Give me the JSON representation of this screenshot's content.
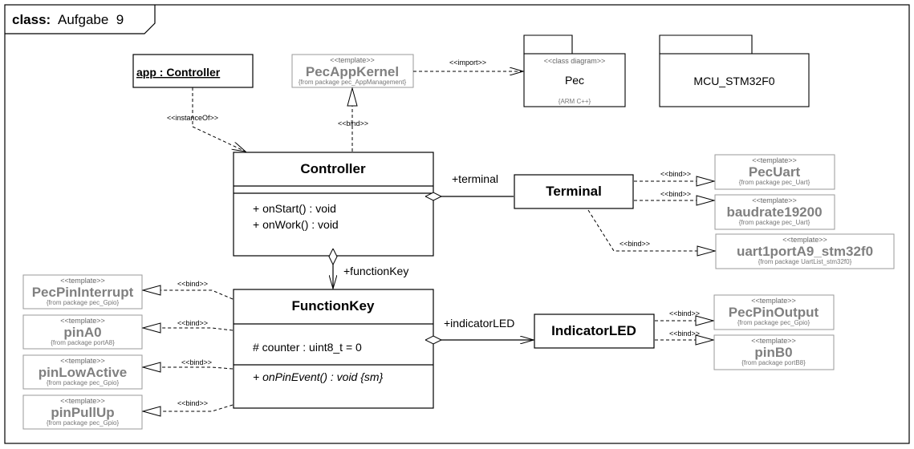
{
  "frame": {
    "keyword": "class:",
    "name": "Aufgabe  9"
  },
  "object": {
    "label": "app : Controller"
  },
  "packages": [
    {
      "stereotype": "<<class diagram>>",
      "name": "Pec",
      "note": "{ARM C++}"
    },
    {
      "name": "MCU_STM32F0"
    }
  ],
  "classes": {
    "controller": {
      "name": "Controller",
      "ops": [
        "+ onStart() : void",
        "+ onWork() : void"
      ]
    },
    "terminal": {
      "name": "Terminal"
    },
    "functionkey": {
      "name": "FunctionKey",
      "attrs": [
        "# counter : uint8_t = 0"
      ],
      "ops": [
        "+ onPinEvent() : void {sm}"
      ]
    },
    "indicatorled": {
      "name": "IndicatorLED"
    }
  },
  "templates": {
    "pecappkernel": {
      "stereotype": "<<template>>",
      "name": "PecAppKernel",
      "from": "{from package pec_AppManagement}"
    },
    "pecuart": {
      "stereotype": "<<template>>",
      "name": "PecUart",
      "from": "{from package pec_Uart}"
    },
    "baudrate": {
      "stereotype": "<<template>>",
      "name": "baudrate19200",
      "from": "{from package pec_Uart}"
    },
    "uart1port": {
      "stereotype": "<<template>>",
      "name": "uart1portA9_stm32f0",
      "from": "{from package UartList_stm32f0}"
    },
    "pecpininterrupt": {
      "stereotype": "<<template>>",
      "name": "PecPinInterrupt",
      "from": "{from package pec_Gpio}"
    },
    "pina0": {
      "stereotype": "<<template>>",
      "name": "pinA0",
      "from": "{from package portA8}"
    },
    "pinlowactive": {
      "stereotype": "<<template>>",
      "name": "pinLowActive",
      "from": "{from package pec_Gpio}"
    },
    "pinpullup": {
      "stereotype": "<<template>>",
      "name": "pinPullUp",
      "from": "{from package pec_Gpio}"
    },
    "pecpinoutput": {
      "stereotype": "<<template>>",
      "name": "PecPinOutput",
      "from": "{from package pec_Gpio}"
    },
    "pinb0": {
      "stereotype": "<<template>>",
      "name": "pinB0",
      "from": "{from package portB8}"
    }
  },
  "relations": {
    "import": "<<import>>",
    "instanceOf": "<<instanceOf>>",
    "bind": "<<bind>>",
    "terminal": "+terminal",
    "functionKey": "+functionKey",
    "indicatorLED": "+indicatorLED"
  }
}
